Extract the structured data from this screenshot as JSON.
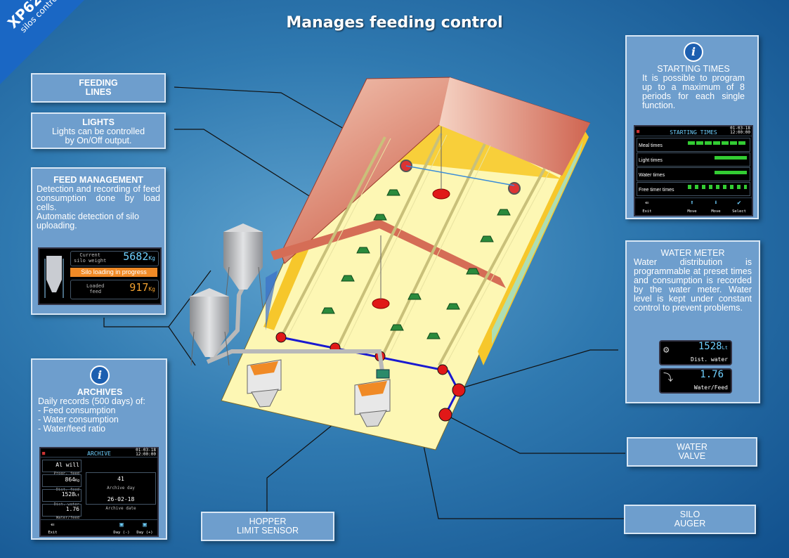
{
  "page_title": "Manages feeding control",
  "brand": {
    "model": "XP62",
    "subtitle": "silos control"
  },
  "feeding_lines": {
    "title": "FEEDING",
    "title2": "LINES"
  },
  "lights": {
    "title": "LIGHTS",
    "text1": "Lights can be controlled",
    "text2": "by On/Off  output."
  },
  "feed_management": {
    "title": "FEED MANAGEMENT",
    "text": "Detection and recording of feed consumption done by load cells.",
    "text2": "Automatic detection of silo uploading.",
    "screen": {
      "current_label1": "Current",
      "current_label2": "silo weight",
      "current_value": "5682",
      "current_unit": "Kg",
      "status": "Silo loading in progress",
      "loaded_label1": "Loaded",
      "loaded_label2": "feed",
      "loaded_value": "917",
      "loaded_unit": "Kg"
    }
  },
  "archives": {
    "title": "ARCHIVES",
    "intro": "Daily records (500 days) of:",
    "items": [
      "- Feed consumption",
      "- Water consumption",
      "- Water/feed ratio"
    ],
    "screen": {
      "header": "ARCHIVE",
      "date": "01-03-18",
      "time": "12:00:00",
      "r1_value": "Al will",
      "r1_label": "Progr. feed",
      "r2_value": "864",
      "r2_unit": "Kg",
      "r2_label": "Dist. feed",
      "r3_value": "1528",
      "r3_unit": "Lt",
      "r3_label": "Dist. water",
      "r4_value": "1.76",
      "r4_label": "Water/feed",
      "day_value": "41",
      "day_label": "Archive day",
      "date_value": "26-02-18",
      "date_label": "Archive date",
      "buttons": [
        "Exit",
        "Day (-)",
        "Day (+)"
      ]
    }
  },
  "starting_times": {
    "title": "STARTING TIMES",
    "text": "It is possible to program up to a maximum of 8 periods for each single function.",
    "screen": {
      "header": "STARTING TIMES",
      "date": "01-03-18",
      "time": "12:00:00",
      "rows": [
        "Meal times",
        "Light times",
        "Water times",
        "Free timer times"
      ],
      "buttons": [
        "Exit",
        "Move",
        "Move",
        "Select"
      ]
    }
  },
  "water_meter": {
    "title": "WATER  METER",
    "text": "Water distribution is programmable at preset times and consumption is recorded by the water meter. Water level is kept under constant control to prevent problems.",
    "screen": {
      "water_value": "1528",
      "water_unit": "Lt",
      "water_label": "Dist. water",
      "ratio_value": "1.76",
      "ratio_label": "Water/Feed"
    }
  },
  "water_valve": {
    "title": "WATER",
    "title2": "VALVE"
  },
  "silo_auger": {
    "title": "SILO",
    "title2": "AUGER"
  },
  "hopper": {
    "title": "HOPPER",
    "title2": "LIMIT SENSOR"
  },
  "colors": {
    "box_fill": "#6e9ecd",
    "roof": "#cf6f5b",
    "floor": "#fdf7b4",
    "wall": "#f6c72b",
    "pipe_water": "#1a1ad0",
    "feeder": "#2a8a3c"
  }
}
